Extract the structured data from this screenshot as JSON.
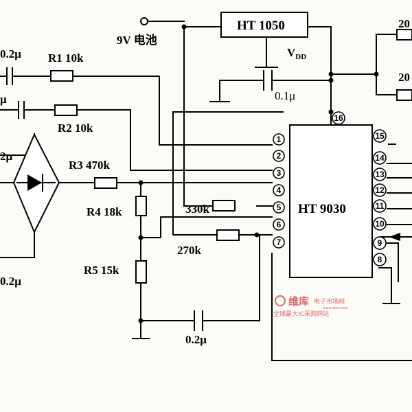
{
  "chip_main": {
    "label": "HT 9030"
  },
  "chip_reg": {
    "label": "HT 1050"
  },
  "battery": {
    "label": "9V 电池"
  },
  "vdd": {
    "label_main": "V",
    "label_sub": "DD"
  },
  "resistors": {
    "r1": "R1  10k",
    "r2": "R2  10k",
    "r3": "R3  470k",
    "r4": "R4  18k",
    "r5": "R5  15k",
    "r330": "330k",
    "r270": "270k",
    "r20a": "20",
    "r20b": "20"
  },
  "capacitors": {
    "c_top_left": "0.2μ",
    "c_mid_left": "μ",
    "c_bridge_top": "2μ",
    "c_bridge_bottom": "0.2μ",
    "c_vdd": "0.1μ",
    "c_bottom": "0.2μ"
  },
  "pins": {
    "p1": "1",
    "p2": "2",
    "p3": "3",
    "p4": "4",
    "p5": "5",
    "p6": "6",
    "p7": "7",
    "p8": "8",
    "p9": "9",
    "p10": "10",
    "p11": "11",
    "p12": "12",
    "p13": "13",
    "p14": "14",
    "p15": "15",
    "p16": "16"
  },
  "watermark": {
    "logo": "维库",
    "title": "电子市场网",
    "site": "www.dzsc.com",
    "slogan": "全球最大IC采购网站",
    "color": "#d86a6a"
  }
}
